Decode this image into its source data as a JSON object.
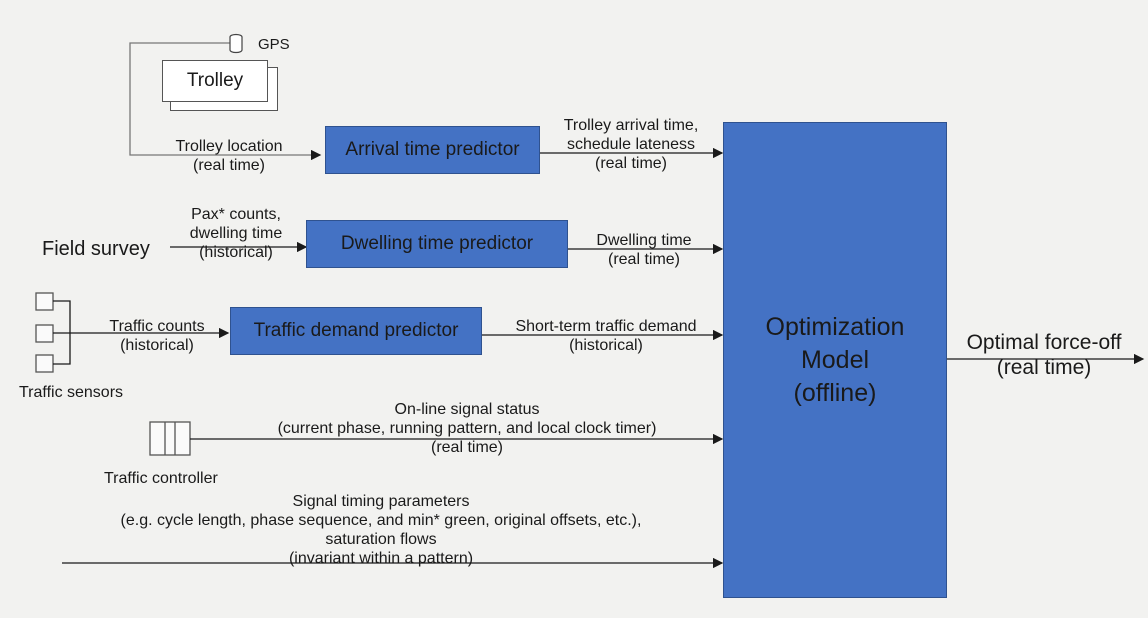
{
  "trolley": {
    "name": "Trolley",
    "gps": "GPS"
  },
  "inputs": {
    "trolley_location": [
      "Trolley location",
      "(real time)"
    ],
    "pax_counts": [
      "Pax* counts,",
      "dwelling time",
      "(historical)"
    ],
    "field_survey": "Field survey",
    "traffic_counts": [
      "Traffic counts",
      "(historical)"
    ],
    "traffic_sensors": "Traffic sensors",
    "traffic_controller": "Traffic controller",
    "signal_status": [
      "On-line signal status",
      "(current phase, running pattern, and local clock timer)",
      "(real time)"
    ],
    "signal_timing": [
      "Signal timing parameters",
      "(e.g. cycle  length, phase sequence, and min* green, original offsets, etc.),",
      "saturation flows",
      "(invariant within a pattern)"
    ]
  },
  "predictors": {
    "arrival": "Arrival time predictor",
    "dwelling": "Dwelling time predictor",
    "traffic": "Traffic demand predictor"
  },
  "outputs": {
    "arrival": [
      "Trolley arrival time,",
      "schedule lateness",
      "(real time)"
    ],
    "dwelling": [
      "Dwelling time",
      "(real time)"
    ],
    "traffic": [
      "Short-term traffic demand",
      "(historical)"
    ]
  },
  "model": [
    "Optimization",
    "Model",
    "(offline)"
  ],
  "result": [
    "Optimal force-off",
    "(real time)"
  ],
  "colors": {
    "box_fill": "#4472c4",
    "box_border": "#2f528f",
    "line": "#1a1a1a"
  }
}
